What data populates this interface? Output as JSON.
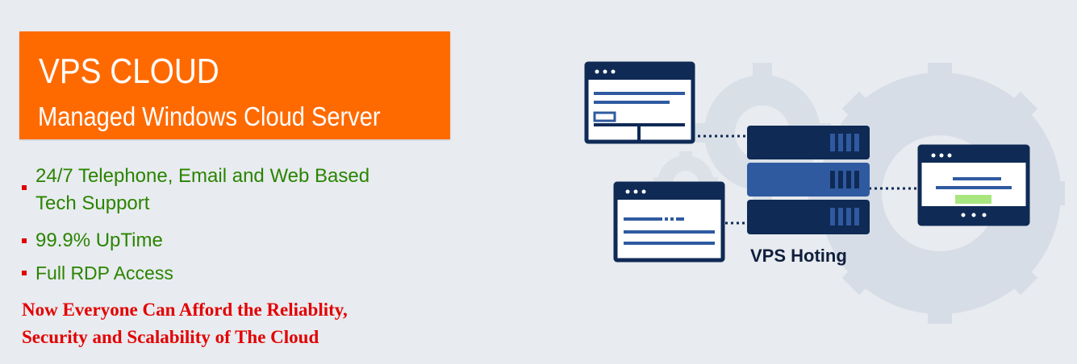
{
  "banner": {
    "title": "VPS CLOUD",
    "subtitle": "Managed Windows Cloud Server"
  },
  "features": {
    "item1_line1": "24/7 Telephone, Email and Web Based",
    "item1_line2": "Tech Support",
    "item2": "99.9% UpTime",
    "item3": "Full RDP Access"
  },
  "tagline": {
    "line1": "Now Everyone Can Afford the Reliablity,",
    "line2": "Security and Scalability of The Cloud"
  },
  "diagram": {
    "server_label": "VPS Hoting"
  },
  "colors": {
    "banner_bg": "#ff6a00",
    "feature_text": "#2a8400",
    "bullet": "#e00000",
    "tagline": "#e30000",
    "navy": "#0f2a55",
    "blue": "#2f5aa0",
    "accent_green": "#a8e67f"
  },
  "icons": [
    "browser-window-icon",
    "server-stack-icon",
    "gear-icon"
  ]
}
